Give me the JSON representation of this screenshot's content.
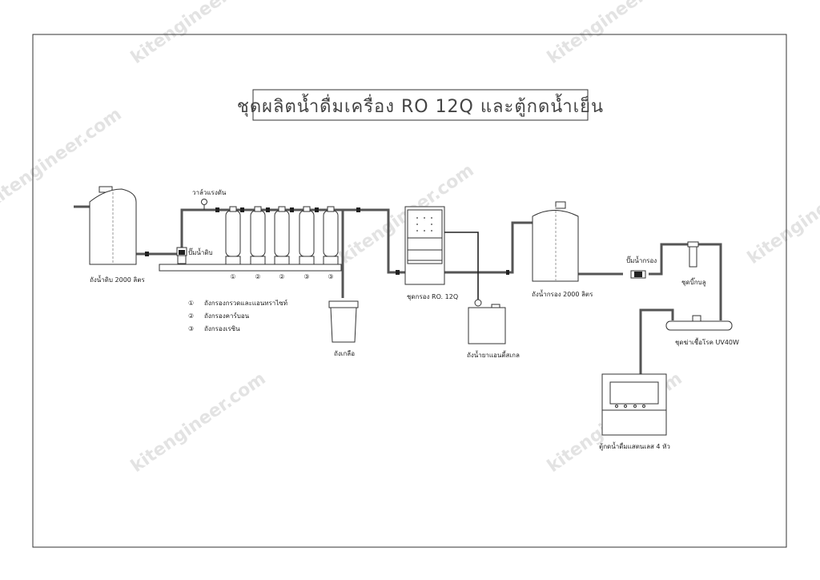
{
  "title": "ชุดผลิตน้ำดื่มเครื่อง RO 12Q และตู้กดน้ำเย็น",
  "watermark": "kitengineer.com",
  "labels": {
    "raw_tank": "ถังน้ำดิบ 2000 ลิตร",
    "pressure_valve": "วาล์วแรงดัน",
    "raw_pump": "ปั๊มน้ำดิบ",
    "salt_tank": "ถังเกลือ",
    "ro_unit": "ชุดกรอง RO. 12Q",
    "antiscalant_tank": "ถังน้ำยาแอนตี้สเกล",
    "filtered_tank": "ถังน้ำกรอง 2000 ลิตร",
    "filtered_pump": "ปั๊มน้ำกรอง",
    "bigblue": "ชุดบิ๊กบลู",
    "uv": "ชุดฆ่าเชื้อโรค UV40W",
    "dispenser": "ตู้กดน้ำดื่มแสตนเลส 4 หัว"
  },
  "filter_numbers": [
    "①",
    "②",
    "②",
    "③",
    "③"
  ],
  "legend": [
    {
      "num": "①",
      "text": "ถังกรองกรวดและแอนทราไซท์"
    },
    {
      "num": "②",
      "text": "ถังกรองคาร์บอน"
    },
    {
      "num": "③",
      "text": "ถังกรองเรซิน"
    }
  ]
}
